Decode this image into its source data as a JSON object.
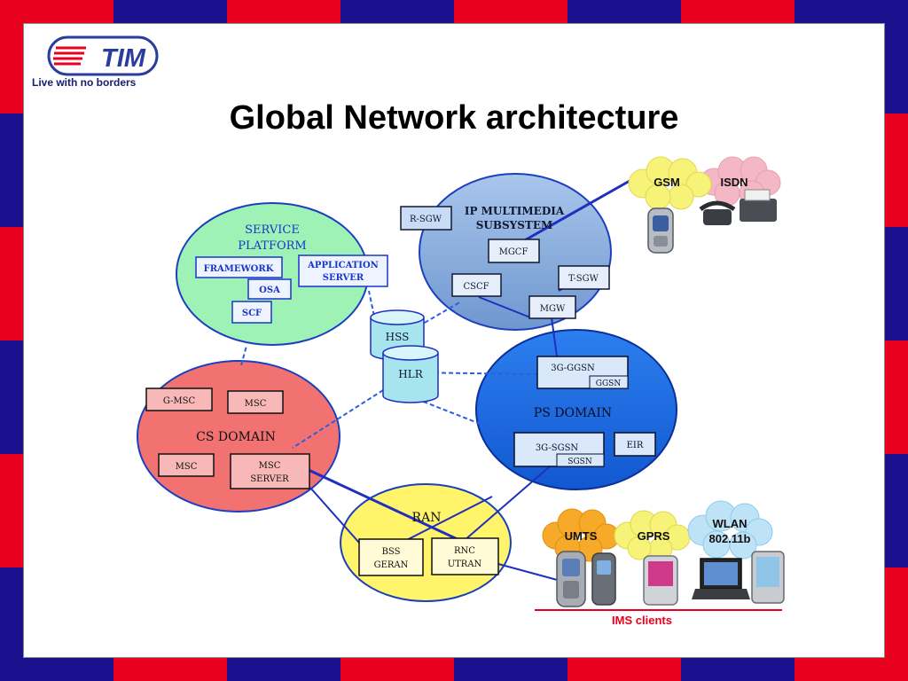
{
  "logo": {
    "brand": "TIM",
    "tagline": "Live with no borders"
  },
  "title": "Global Network architecture",
  "colors": {
    "frame_red": "#e8001e",
    "frame_blue": "#1a0f8c",
    "service_platform": "#9ff2b6",
    "ip_multimedia": "#8fb3de",
    "cs_domain": "#f27272",
    "ps_domain": "#1f6fe6",
    "ran": "#fff46a",
    "link_blue": "#1f2fc0",
    "ims_line": "#e8001e"
  },
  "diagram": {
    "service_platform": {
      "title_line1": "SERVICE",
      "title_line2": "PLATFORM",
      "nodes": {
        "framework": "FRAMEWORK",
        "application_server_line1": "APPLICATION",
        "application_server_line2": "SERVER",
        "osa": "OSA",
        "scf": "SCF"
      }
    },
    "ip_multimedia": {
      "title_line1": "IP MULTIMEDIA",
      "title_line2": "SUBSYSTEM",
      "nodes": {
        "r_sgw": "R-SGW",
        "mgcf": "MGCF",
        "cscf": "CSCF",
        "t_sgw": "T-SGW",
        "mgw": "MGW"
      }
    },
    "databases": {
      "hss": "HSS",
      "hlr": "HLR"
    },
    "cs_domain": {
      "title": "CS DOMAIN",
      "nodes": {
        "g_msc": "G-MSC",
        "msc_top": "MSC",
        "msc_bottom": "MSC",
        "msc_server_line1": "MSC",
        "msc_server_line2": "SERVER"
      }
    },
    "ps_domain": {
      "title": "PS DOMAIN",
      "nodes": {
        "ggsn_3g": "3G-GGSN",
        "ggsn": "GGSN",
        "sgsn_3g": "3G-SGSN",
        "sgsn": "SGSN",
        "eir": "EIR"
      }
    },
    "ran": {
      "title": "RAN",
      "nodes": {
        "bss_line1": "BSS",
        "bss_line2": "GERAN",
        "rnc_line1": "RNC",
        "rnc_line2": "UTRAN"
      }
    },
    "external_networks": {
      "gsm": "GSM",
      "isdn": "ISDN"
    },
    "access_networks": {
      "umts": "UMTS",
      "gprs": "GPRS",
      "wlan_line1": "WLAN",
      "wlan_line2": "802.11b"
    },
    "ims_clients": "IMS clients"
  }
}
